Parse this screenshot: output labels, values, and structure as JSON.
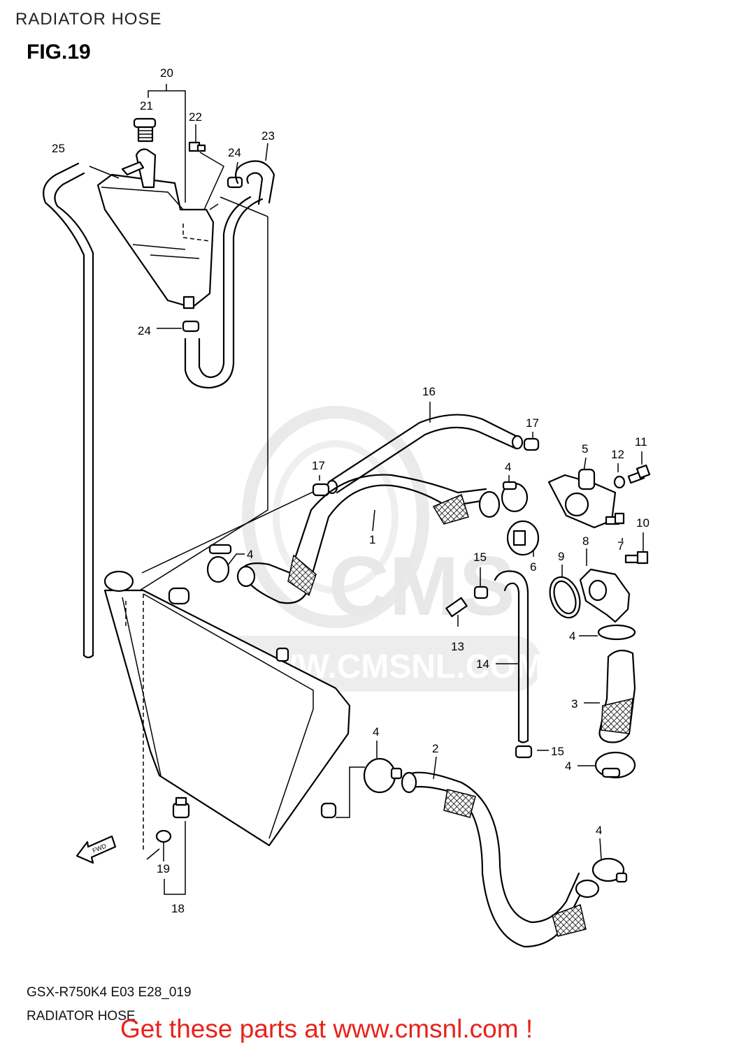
{
  "header": {
    "section_title": "RADIATOR HOSE",
    "figure_label": "FIG.19"
  },
  "watermark": {
    "brand": "CMS",
    "url": "WWW.CMSNL.COM"
  },
  "callouts": [
    {
      "key": "c20",
      "label": "20"
    },
    {
      "key": "c21",
      "label": "21"
    },
    {
      "key": "c22",
      "label": "22"
    },
    {
      "key": "c23",
      "label": "23"
    },
    {
      "key": "c24a",
      "label": "24"
    },
    {
      "key": "c25",
      "label": "25"
    },
    {
      "key": "c24b",
      "label": "24"
    },
    {
      "key": "c16",
      "label": "16"
    },
    {
      "key": "c17a",
      "label": "17"
    },
    {
      "key": "c17b",
      "label": "17"
    },
    {
      "key": "c5",
      "label": "5"
    },
    {
      "key": "c12",
      "label": "12"
    },
    {
      "key": "c11",
      "label": "11"
    },
    {
      "key": "c4a",
      "label": "4"
    },
    {
      "key": "c1",
      "label": "1"
    },
    {
      "key": "c10",
      "label": "10"
    },
    {
      "key": "c7",
      "label": "7"
    },
    {
      "key": "c8",
      "label": "8"
    },
    {
      "key": "c6",
      "label": "6"
    },
    {
      "key": "c9",
      "label": "9"
    },
    {
      "key": "c4b",
      "label": "4"
    },
    {
      "key": "c15a",
      "label": "15"
    },
    {
      "key": "c13",
      "label": "13"
    },
    {
      "key": "c14",
      "label": "14"
    },
    {
      "key": "c4c",
      "label": "4"
    },
    {
      "key": "c3",
      "label": "3"
    },
    {
      "key": "c15b",
      "label": "15"
    },
    {
      "key": "c4d",
      "label": "4"
    },
    {
      "key": "c2",
      "label": "2"
    },
    {
      "key": "c4e",
      "label": "4"
    },
    {
      "key": "c4f",
      "label": "4"
    },
    {
      "key": "c19",
      "label": "19"
    },
    {
      "key": "c18",
      "label": "18"
    }
  ],
  "fwd_arrow": {
    "label": "FWD"
  },
  "footer": {
    "model_code": "GSX-R750K4 E03 E28_019",
    "figure_title": "RADIATOR HOSE",
    "call_to_action": "Get these parts at www.cmsnl.com !"
  }
}
